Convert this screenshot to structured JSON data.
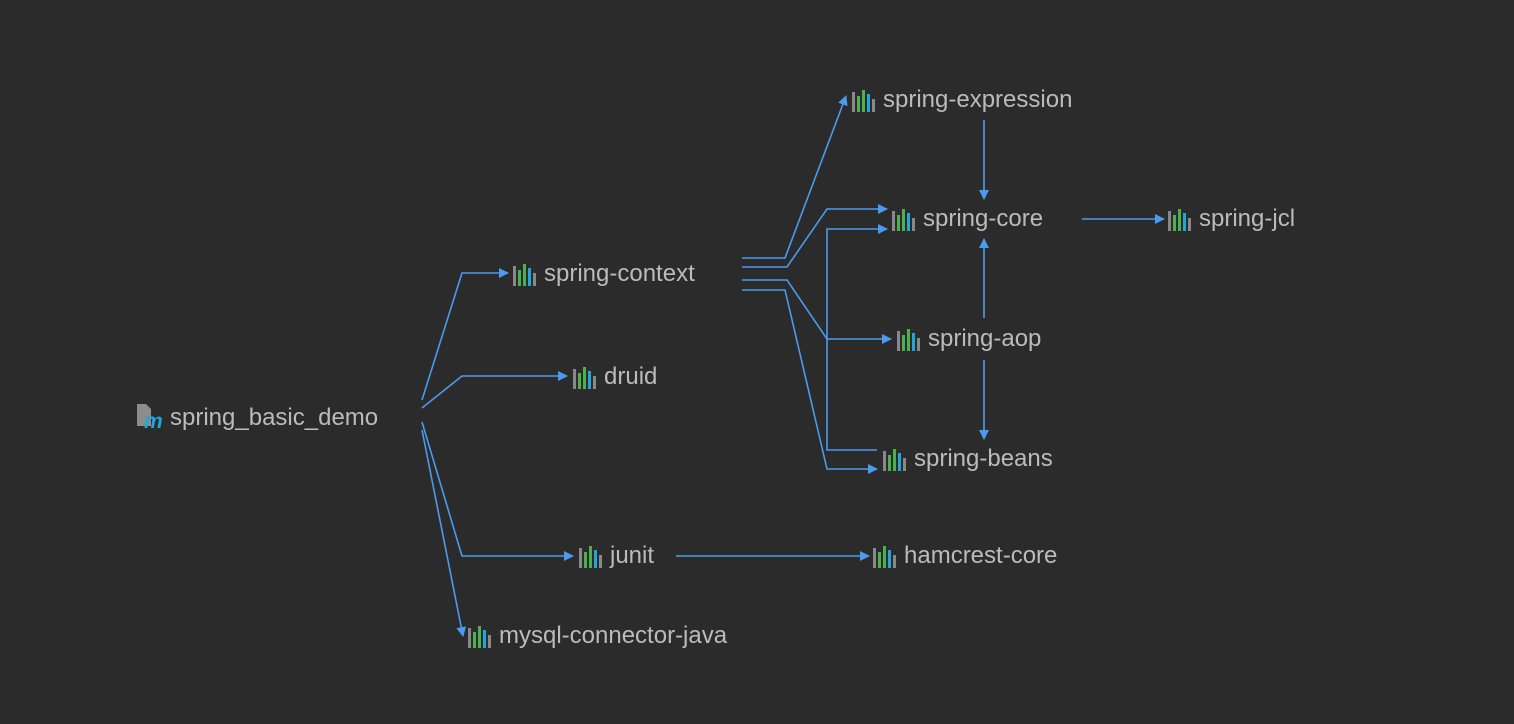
{
  "colors": {
    "background": "#2b2b2b",
    "text": "#bbbbbb",
    "edge": "#4a9bef",
    "bar_gray": "#888888",
    "bar_green": "#4caf50",
    "bar_blue": "#22a6d8"
  },
  "nodes": {
    "spring_basic_demo": {
      "label": "spring_basic_demo",
      "icon": "maven-module-icon"
    },
    "spring_context": {
      "label": "spring-context",
      "icon": "library-icon"
    },
    "druid": {
      "label": "druid",
      "icon": "library-icon"
    },
    "junit": {
      "label": "junit",
      "icon": "library-icon"
    },
    "mysql_connector_java": {
      "label": "mysql-connector-java",
      "icon": "library-icon"
    },
    "spring_expression": {
      "label": "spring-expression",
      "icon": "library-icon"
    },
    "spring_core": {
      "label": "spring-core",
      "icon": "library-icon"
    },
    "spring_jcl": {
      "label": "spring-jcl",
      "icon": "library-icon"
    },
    "spring_aop": {
      "label": "spring-aop",
      "icon": "library-icon"
    },
    "spring_beans": {
      "label": "spring-beans",
      "icon": "library-icon"
    },
    "hamcrest_core": {
      "label": "hamcrest-core",
      "icon": "library-icon"
    }
  },
  "edges": [
    {
      "from": "spring_basic_demo",
      "to": "spring_context"
    },
    {
      "from": "spring_basic_demo",
      "to": "druid"
    },
    {
      "from": "spring_basic_demo",
      "to": "junit"
    },
    {
      "from": "spring_basic_demo",
      "to": "mysql_connector_java"
    },
    {
      "from": "spring_context",
      "to": "spring_expression"
    },
    {
      "from": "spring_context",
      "to": "spring_core"
    },
    {
      "from": "spring_context",
      "to": "spring_aop"
    },
    {
      "from": "spring_context",
      "to": "spring_beans"
    },
    {
      "from": "spring_expression",
      "to": "spring_core"
    },
    {
      "from": "spring_aop",
      "to": "spring_core"
    },
    {
      "from": "spring_aop",
      "to": "spring_beans"
    },
    {
      "from": "spring_beans",
      "to": "spring_core"
    },
    {
      "from": "spring_core",
      "to": "spring_jcl"
    },
    {
      "from": "junit",
      "to": "hamcrest_core"
    }
  ]
}
